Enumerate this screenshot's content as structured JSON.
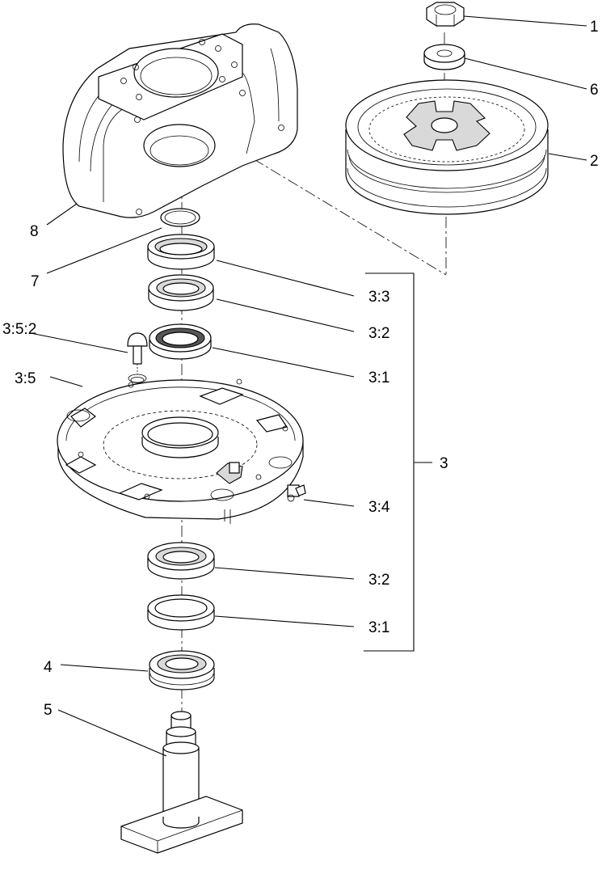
{
  "callouts": {
    "c1": "1",
    "c6": "6",
    "c2": "2",
    "c8": "8",
    "c7": "7",
    "c3_3": "3:3",
    "c3_2a": "3:2",
    "c3_5_2": "3:5:2",
    "c3_1a": "3:1",
    "c3_5": "3:5",
    "c3": "3",
    "c3_4": "3:4",
    "c3_2b": "3:2",
    "c3_1b": "3:1",
    "c4": "4",
    "c5": "5"
  }
}
